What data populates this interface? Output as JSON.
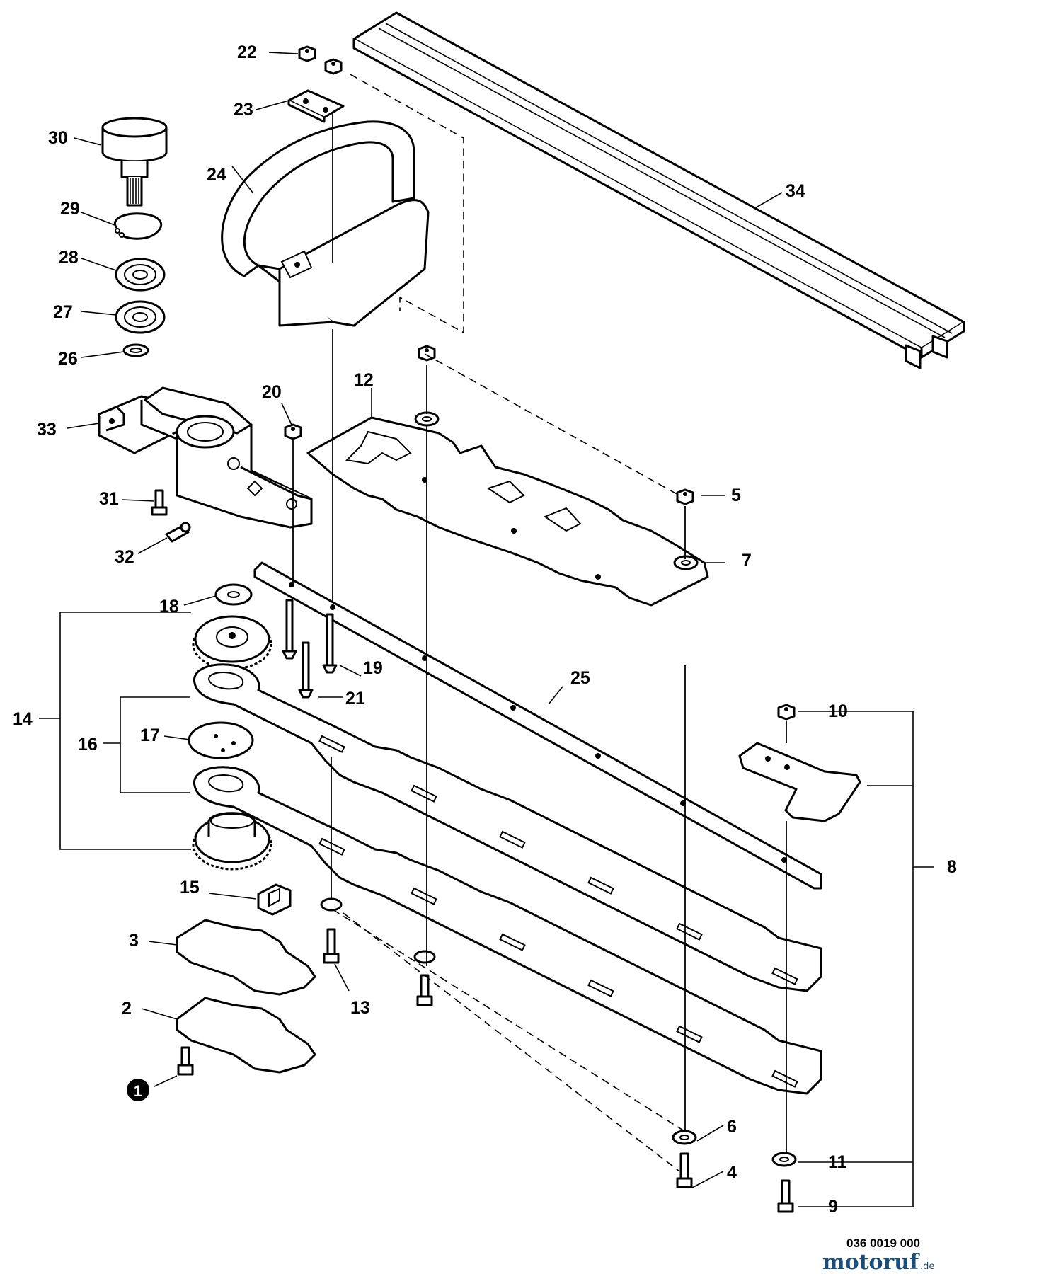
{
  "callouts": {
    "c1": "1",
    "c2": "2",
    "c3": "3",
    "c4": "4",
    "c5": "5",
    "c6": "6",
    "c7": "7",
    "c8": "8",
    "c9": "9",
    "c10": "10",
    "c11": "11",
    "c12": "12",
    "c13": "13",
    "c14": "14",
    "c15": "15",
    "c16": "16",
    "c17": "17",
    "c18": "18",
    "c19": "19",
    "c20": "20",
    "c21": "21",
    "c22": "22",
    "c23": "23",
    "c24": "24",
    "c25": "25",
    "c26": "26",
    "c27": "27",
    "c28": "28",
    "c29": "29",
    "c30": "30",
    "c31": "31",
    "c32": "32",
    "c33": "33",
    "c34": "34"
  },
  "reference_number": "036 0019 000",
  "watermark": {
    "brand": "motoruf",
    "suffix": ".de"
  },
  "colors": {
    "ink": "#000000",
    "background": "#ffffff",
    "watermark": "#1b4f7a"
  }
}
